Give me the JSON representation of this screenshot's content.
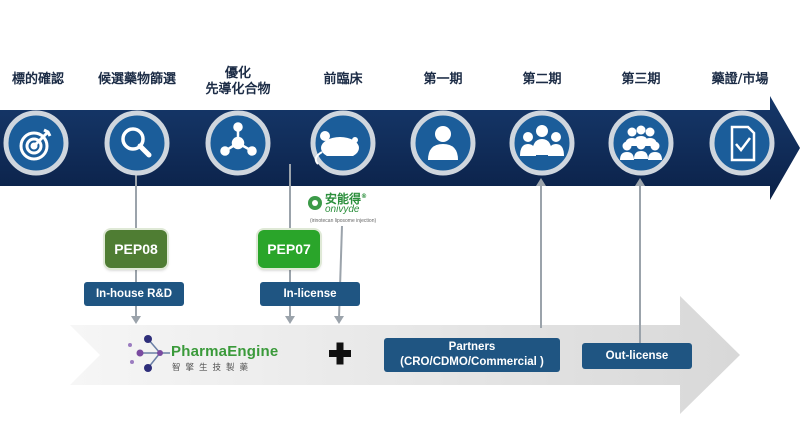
{
  "stages": [
    {
      "label": "標的確認"
    },
    {
      "label": "候選藥物篩選"
    },
    {
      "label": "優化",
      "label2": "先導化合物"
    },
    {
      "label": "前臨床"
    },
    {
      "label": "第一期"
    },
    {
      "label": "第二期"
    },
    {
      "label": "第三期"
    },
    {
      "label": "藥證/市場"
    }
  ],
  "stage_icons": [
    "target-icon",
    "magnifier-icon",
    "molecule-icon",
    "mouse-icon",
    "person-icon",
    "group-icon",
    "crowd-icon",
    "certificate-icon"
  ],
  "pills": {
    "pep08": "PEP08",
    "pep07": "PEP07"
  },
  "boxes": {
    "inhouse": "In-house R&D",
    "inlicense": "In-license",
    "partners_line1": "Partners",
    "partners_line2": "(CRO/CDMO/Commercial )",
    "outlicense": "Out-license"
  },
  "onivyde": {
    "cn": "安能得",
    "en": "onivyde",
    "sub": "(irinotecan liposome injection)",
    "reg": "®"
  },
  "pharmaengine": {
    "name": "PharmaEngine",
    "cn": "智擎生技製藥"
  },
  "colors": {
    "band": "#0f2b55",
    "circle": "#1b5d9a",
    "circle_ring": "#cfd6de",
    "pep08": "#4f7d33",
    "pep07": "#2aa52a",
    "box": "#1f5582",
    "bottom_arrow": "#e4e4e4",
    "connector": "#9ba3ab"
  }
}
